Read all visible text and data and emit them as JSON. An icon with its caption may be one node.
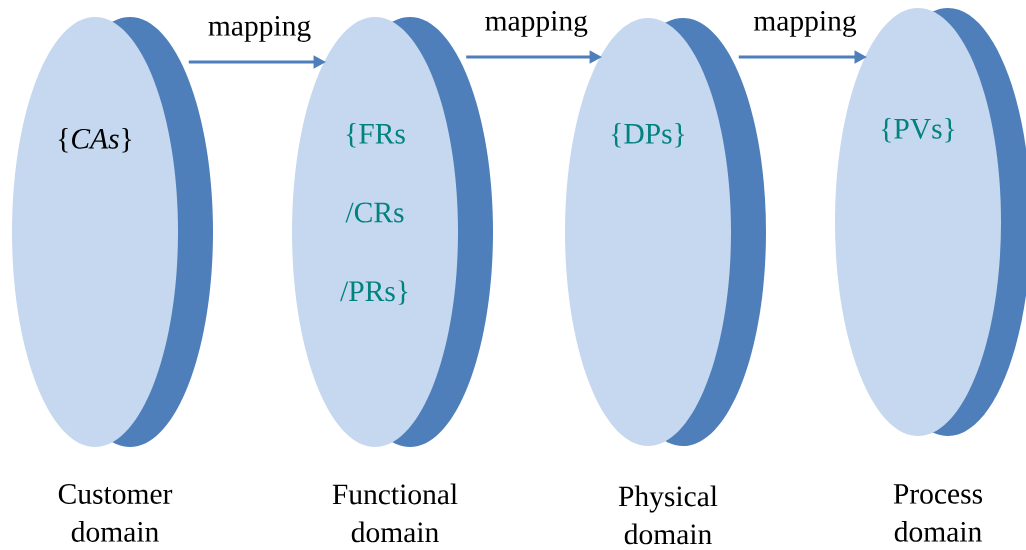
{
  "diagram": {
    "nodes": [
      {
        "text": [
          "{*CAs*}"
        ],
        "beside": [
          "Customer domain"
        ]
      },
      {
        "text": [
          "{FRs /CRs /PRs}"
        ],
        "beside": [
          "Functional domain"
        ]
      },
      {
        "text": [
          "{DPs}"
        ],
        "beside": [
          "Physical domain"
        ]
      },
      {
        "text": [
          "{PVs}"
        ],
        "beside": [
          "Process domain"
        ]
      }
    ],
    "edges": [
      {
        "from": 0,
        "to": 1,
        "arrow": "to",
        "label": "mapping"
      },
      {
        "from": 1,
        "to": 2,
        "arrow": "to",
        "label": "mapping"
      },
      {
        "from": 2,
        "to": 3,
        "arrow": "to",
        "label": "mapping"
      }
    ]
  }
}
